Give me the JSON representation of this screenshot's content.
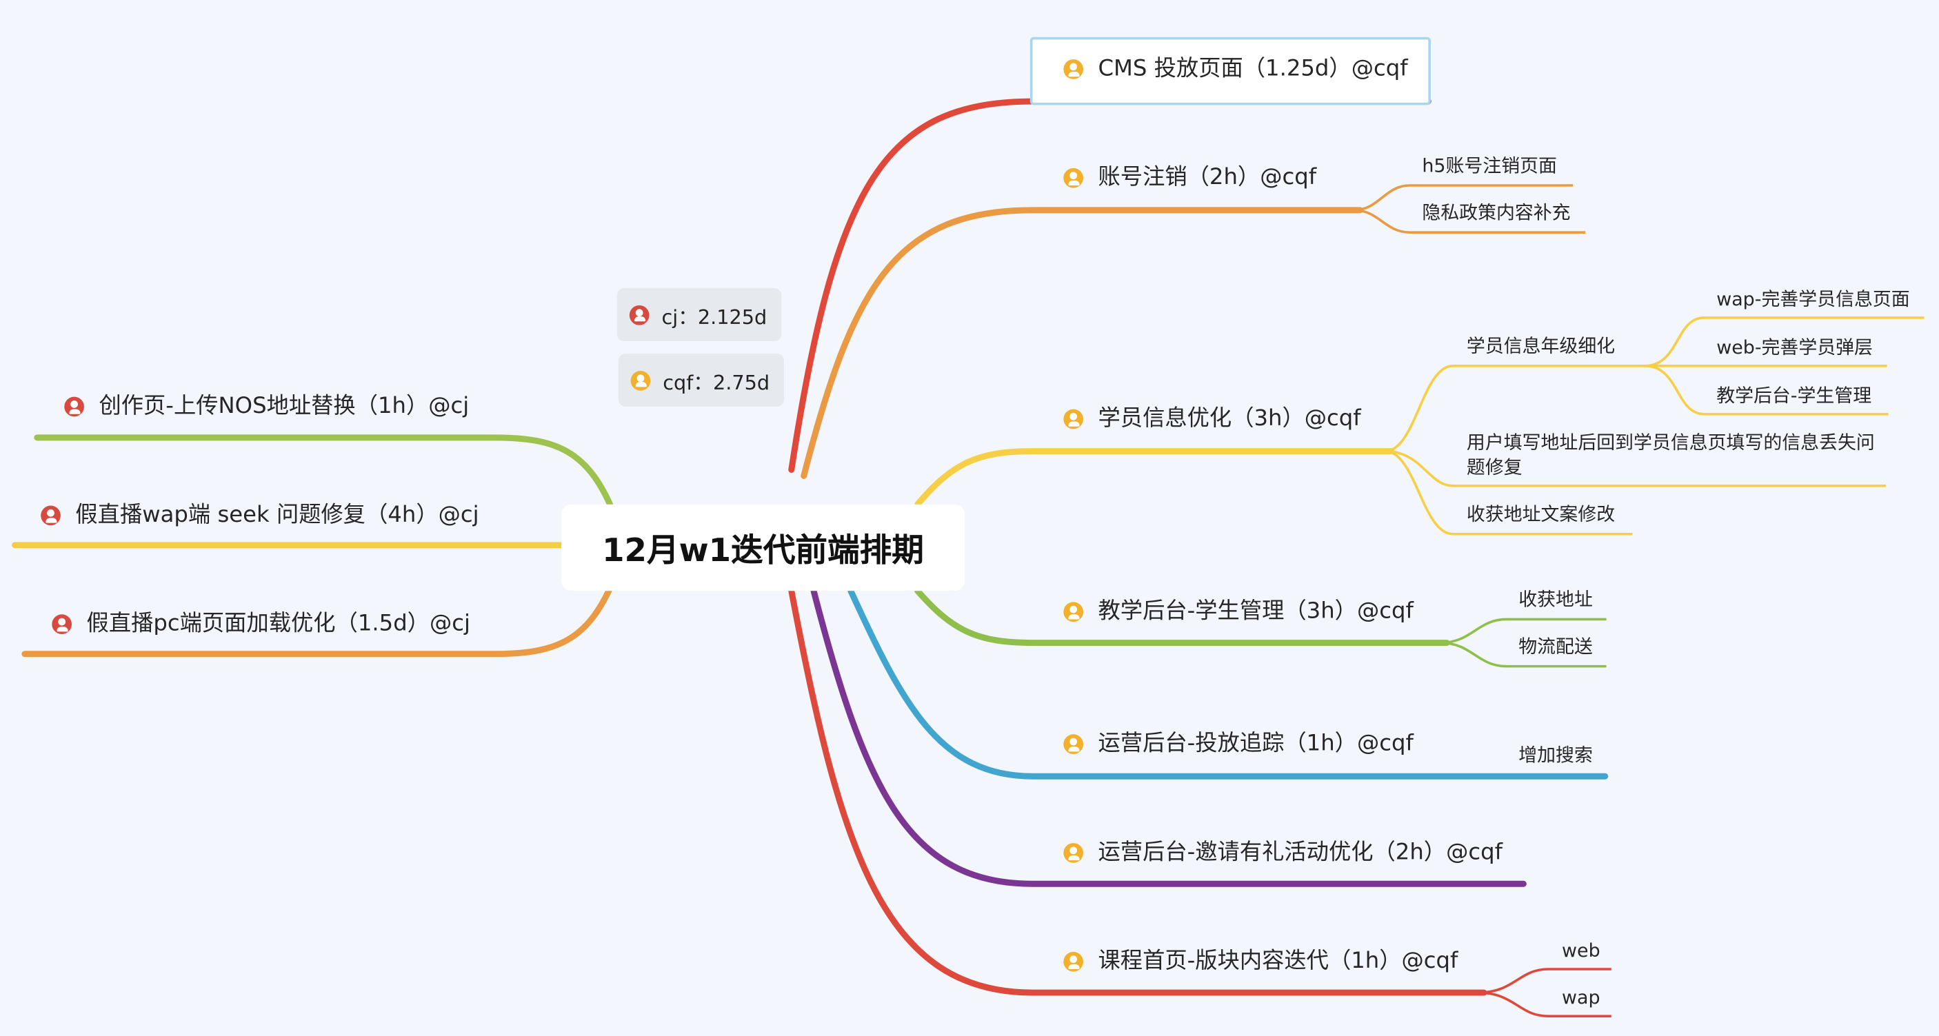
{
  "title": "12月w1迭代前端排期",
  "colors": {
    "background": "#f3f6fd",
    "cj_avatar": "#d64a3f",
    "cqf_avatar": "#f2b02c",
    "selection": "#a8d5f0"
  },
  "summary": [
    {
      "icon": "user-avatar-red-icon",
      "text": "cj：2.125d"
    },
    {
      "icon": "user-avatar-yellow-icon",
      "text": "cqf：2.75d"
    }
  ],
  "right_branches": [
    {
      "label": "CMS 投放页面（1.25d）@cqf",
      "color": "#e0483a",
      "children": []
    },
    {
      "label": "账号注销（2h）@cqf",
      "color": "#e99a42",
      "children": [
        {
          "label": "h5账号注销页面",
          "children": []
        },
        {
          "label": "隐私政策内容补充",
          "children": []
        }
      ]
    },
    {
      "label": "学员信息优化（3h）@cqf",
      "color": "#f6cf47",
      "children": [
        {
          "label": "学员信息年级细化",
          "children": [
            {
              "label": "wap-完善学员信息页面"
            },
            {
              "label": "web-完善学员弹层"
            },
            {
              "label": "教学后台-学生管理"
            }
          ]
        },
        {
          "label": "用户填写地址后回到学员信息页填写的信息丢失问题修复",
          "children": []
        },
        {
          "label": "收获地址文案修改",
          "children": []
        }
      ]
    },
    {
      "label": "教学后台-学生管理（3h）@cqf",
      "color": "#8fbf4a",
      "children": [
        {
          "label": "收获地址",
          "children": []
        },
        {
          "label": "物流配送",
          "children": []
        }
      ]
    },
    {
      "label": "运营后台-投放追踪（1h）@cqf",
      "color": "#41a5cf",
      "children": [
        {
          "label": "增加搜索",
          "children": []
        }
      ]
    },
    {
      "label": "运营后台-邀请有礼活动优化（2h）@cqf",
      "color": "#7b3592",
      "children": []
    },
    {
      "label": "课程首页-版块内容迭代（1h）@cqf",
      "color": "#dd4a3c",
      "children": [
        {
          "label": "web",
          "children": []
        },
        {
          "label": "wap",
          "children": []
        }
      ]
    }
  ],
  "left_branches": [
    {
      "label": "创作页-上传NOS地址替换（1h）@cj",
      "color": "#9dc24e"
    },
    {
      "label": "假直播wap端 seek 问题修复（4h）@cj",
      "color": "#f5cc45"
    },
    {
      "label": "假直播pc端页面加载优化（1.5d）@cj",
      "color": "#e99a42"
    }
  ]
}
